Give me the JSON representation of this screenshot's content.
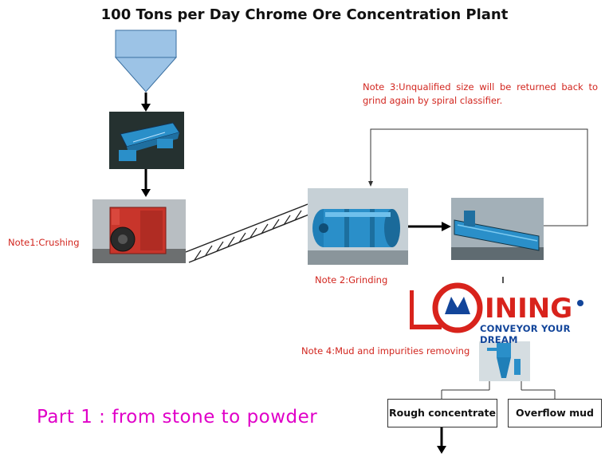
{
  "title": "100 Tons per Day Chrome Ore Concentration Plant",
  "notes": {
    "note1": "Note1:Crushing",
    "note2": "Note 2:Grinding",
    "note3": "Note 3:Unqualified size will be returned back to grind again by spiral classifier.",
    "note4": "Note 4:Mud and impurities removing"
  },
  "boxes": {
    "rough_concentrate": "Rough concentrate",
    "overflow_mud": "Overflow mud"
  },
  "caption": "Part 1 : from stone to powder",
  "logo": {
    "slogan": "CONVEYOR YOUR DREAM"
  },
  "colors": {
    "note_red": "#d2261f",
    "caption_magenta": "#e000c8",
    "hopper_blue": "#9cc3e6",
    "machine_blue": "#2a8fc9",
    "logo_red": "#d8231c",
    "logo_blue": "#12459a"
  }
}
